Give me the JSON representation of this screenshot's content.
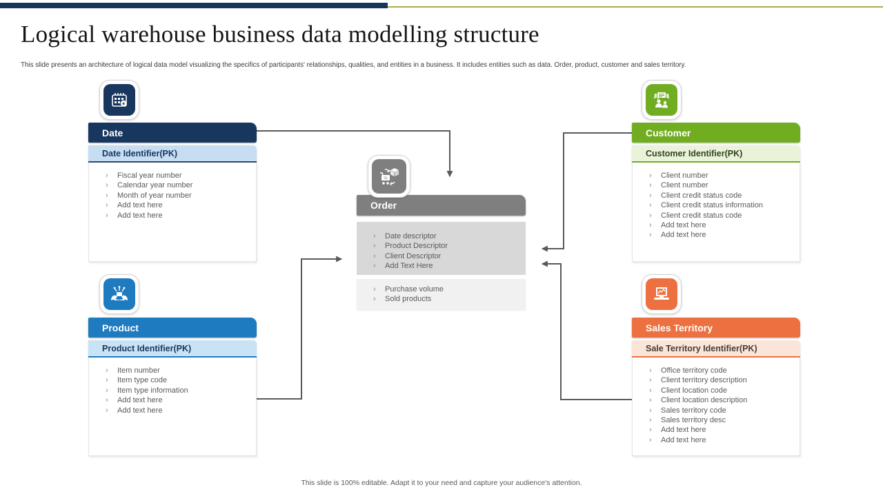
{
  "slide": {
    "title": "Logical warehouse business data modelling structure",
    "subtitle": "This slide presents an architecture of logical data model visualizing the specifics of participants' relationships, qualities, and entities in a business. It includes entities such as data. Order, product, customer and sales territory.",
    "footer": "This slide is 100% editable. Adapt it to your need and capture your audience's attention."
  },
  "colors": {
    "accent_bar_navy": "#16365C",
    "accent_line_olive": "#ABAB4A",
    "date_header": "#17375E",
    "date_subheader_bg": "#C6DDF2",
    "product_header": "#1E7BBF",
    "product_subheader_bg": "#C9E3F6",
    "order_header": "#7F7F7F",
    "order_section1_bg": "#D8D8D8",
    "order_section2_bg": "#F1F1F1",
    "customer_header": "#71AD21",
    "customer_subheader_bg": "#EAF3DA",
    "sales_header": "#ED7140",
    "sales_subheader_bg": "#FBE5D9",
    "connector": "#595959",
    "body_text": "#595959"
  },
  "entities": {
    "date": {
      "title": "Date",
      "pk": "Date Identifier(PK)",
      "icon": "calendar-icon",
      "items": [
        "Fiscal year number",
        "Calendar year number",
        "Month of year number",
        "Add text here",
        "Add text here"
      ]
    },
    "product": {
      "title": "Product",
      "pk": "Product Identifier(PK)",
      "icon": "product-hands-icon",
      "items": [
        "Item number",
        "Item type code",
        "Item type information",
        "Add text here",
        "Add text here"
      ]
    },
    "order": {
      "title": "Order",
      "icon": "shopping-cart-icon",
      "sections": [
        {
          "items": [
            "Date descriptor",
            "Product Descriptor",
            "Client Descriptor",
            "Add Text Here"
          ]
        },
        {
          "items": [
            "Purchase volume",
            "Sold products"
          ]
        }
      ]
    },
    "customer": {
      "title": "Customer",
      "pk": "Customer Identifier(PK)",
      "icon": "customers-chat-icon",
      "items": [
        "Client number",
        "Client number",
        "Client credit status code",
        "Client credit status information",
        "Client credit status code",
        "Add text here",
        "Add text here"
      ]
    },
    "sales_territory": {
      "title": "Sales Territory",
      "pk": "Sale Territory Identifier(PK)",
      "icon": "laptop-chart-icon",
      "items": [
        "Office territory code",
        "Client territory description",
        "Client location code",
        "Client location description",
        "Sales territory code",
        "Sales territory desc",
        "Add text here",
        "Add text here"
      ]
    }
  },
  "connections": [
    {
      "from": "Date",
      "to": "Order"
    },
    {
      "from": "Product",
      "to": "Order"
    },
    {
      "from": "Customer",
      "to": "Order"
    },
    {
      "from": "Sales Territory",
      "to": "Order"
    }
  ]
}
